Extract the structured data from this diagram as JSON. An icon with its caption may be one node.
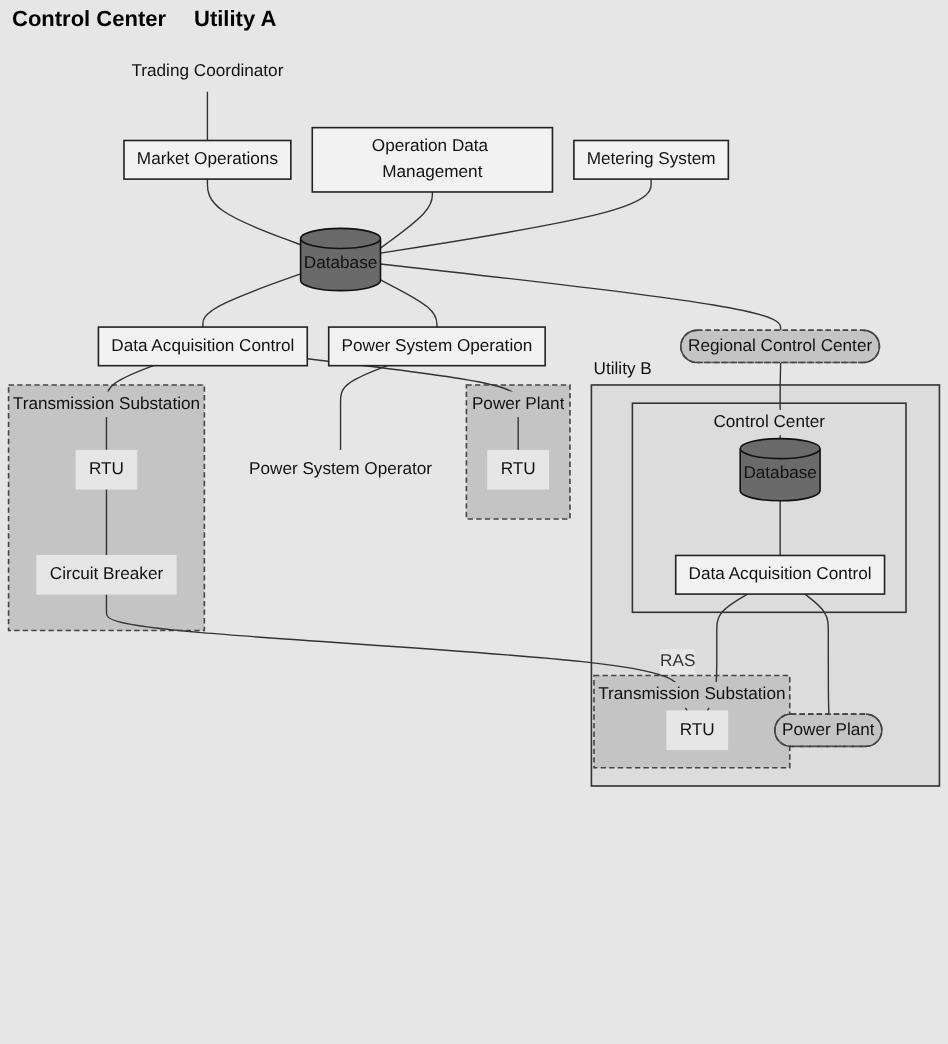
{
  "diagram": {
    "nodes": [
      {
        "text": [
          "Power Plant"
        ]
      },
      {
        "text": [
          "RTU"
        ],
        "in": 0
      },
      {
        "text": [
          "Trading Coordinator"
        ]
      },
      {
        "text": [
          "Market Operations"
        ]
      },
      {
        "text": [
          "Operation Data Management"
        ]
      },
      {
        "text": [
          "Database"
        ]
      },
      {
        "text": [
          "Data Acquisition Control"
        ]
      },
      {
        "text": [
          "Metering System"
        ]
      },
      {
        "text": [
          "Power System Operation"
        ]
      },
      {
        "text": [
          "Power System Operator"
        ]
      },
      {
        "text": [
          "Transmission Substation"
        ]
      },
      {
        "text": [
          "RTU"
        ],
        "in": 10
      },
      {
        "text": [
          "Circuit Breaker"
        ],
        "in": 10
      },
      {
        "text": [
          "Regional Control Center"
        ]
      },
      {
        "text": [
          "Utility B"
        ]
      },
      {
        "text": [
          "Control Center"
        ],
        "in": 14
      },
      {
        "text": [
          "Database"
        ],
        "in": 15
      },
      {
        "text": [
          "Data Acquisition Control"
        ],
        "in": 15
      },
      {
        "text": [
          "Power Plant"
        ],
        "in": 14
      },
      {
        "text": [
          "Transmission Substation"
        ],
        "in": 14
      },
      {
        "text": [
          "RTU"
        ],
        "in": 19
      }
    ],
    "edges": [
      {
        "from": 2,
        "to": 3,
        "arrow": "none"
      },
      {
        "from": 3,
        "to": 5,
        "arrow": "none"
      },
      {
        "from": 4,
        "to": 5,
        "arrow": "none"
      },
      {
        "from": 7,
        "to": 5,
        "arrow": "none"
      },
      {
        "from": 5,
        "to": 6,
        "arrow": "none"
      },
      {
        "from": 5,
        "to": 8,
        "arrow": "none"
      },
      {
        "from": 8,
        "to": 9,
        "arrow": "none"
      },
      {
        "from": 6,
        "to": 1,
        "arrow": "none"
      },
      {
        "from": 6,
        "to": 11,
        "arrow": "none"
      },
      {
        "from": 11,
        "to": 12,
        "arrow": "none"
      },
      {
        "from": 12,
        "to": 20,
        "label": "RAS",
        "arrow": "none"
      },
      {
        "from": 5,
        "to": 13,
        "arrow": "none"
      },
      {
        "from": 13,
        "to": 16,
        "arrow": "none"
      },
      {
        "from": 16,
        "to": 17,
        "arrow": "none"
      },
      {
        "from": 17,
        "to": 18,
        "arrow": "none"
      },
      {
        "from": 17,
        "to": 20,
        "arrow": "none"
      }
    ],
    "labels": [
      "Control Center",
      "Utility A"
    ]
  }
}
